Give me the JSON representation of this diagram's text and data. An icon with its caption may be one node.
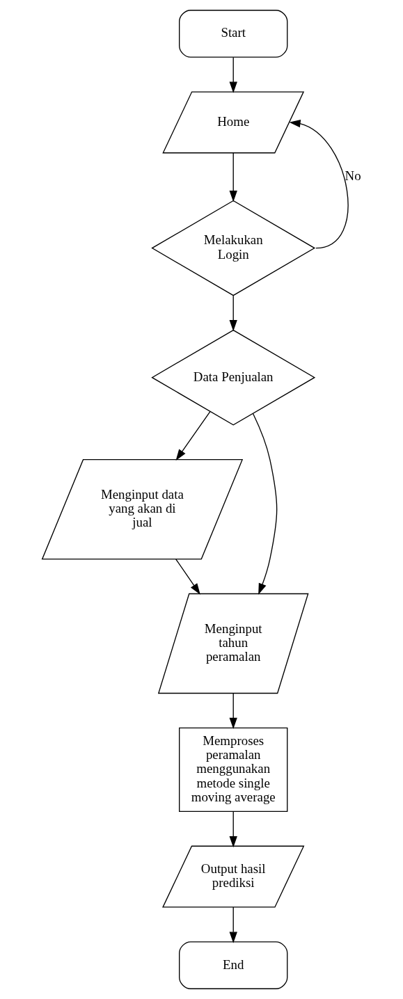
{
  "diagram": {
    "nodes": [
      {
        "text": [
          "Start"
        ]
      },
      {
        "text": [
          "Home"
        ]
      },
      {
        "text": [
          "Melakukan Login"
        ]
      },
      {
        "text": [
          "Data Penjualan"
        ]
      },
      {
        "text": [
          "Menginput data yang akan di jual"
        ]
      },
      {
        "text": [
          "Menginput tahun peramalan"
        ]
      },
      {
        "text": [
          "Memproses peramalan menggunakan metode single moving average"
        ]
      },
      {
        "text": [
          "Output hasil prediksi"
        ]
      },
      {
        "text": [
          "End"
        ]
      }
    ],
    "edges": [
      {
        "from": 0,
        "to": 1,
        "arrow": "to"
      },
      {
        "from": 1,
        "to": 2,
        "arrow": "to"
      },
      {
        "from": 2,
        "to": 1,
        "arrow": "to",
        "label": "No"
      },
      {
        "from": 2,
        "to": 3,
        "arrow": "to"
      },
      {
        "from": 3,
        "to": 4,
        "arrow": "to"
      },
      {
        "from": 3,
        "to": 5,
        "arrow": "to"
      },
      {
        "from": 4,
        "to": 5,
        "arrow": "to"
      },
      {
        "from": 5,
        "to": 6,
        "arrow": "to"
      },
      {
        "from": 6,
        "to": 7,
        "arrow": "to"
      },
      {
        "from": 7,
        "to": 8,
        "arrow": "to"
      }
    ]
  }
}
